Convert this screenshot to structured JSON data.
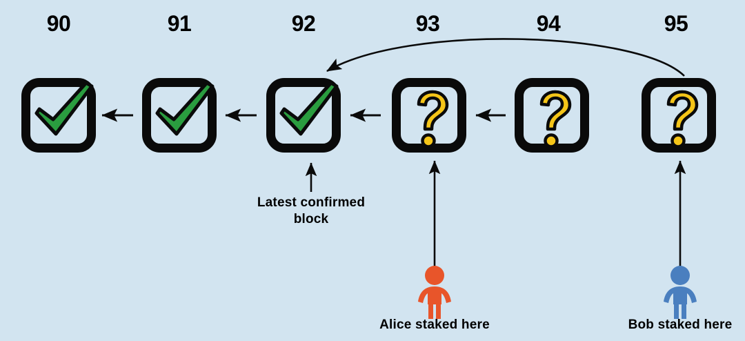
{
  "diagram": {
    "title": "Blockchain fork-choice / staking diagram",
    "background_color": "#d2e4f0",
    "confirmed_color": "#2a9d3f",
    "pending_color": "#f5c518",
    "outline_color": "#0a0a0a",
    "alice_color": "#e8552a",
    "bob_color": "#4a7fbf"
  },
  "blocks": [
    {
      "number": "90",
      "state": "confirmed",
      "icon": "check-icon"
    },
    {
      "number": "91",
      "state": "confirmed",
      "icon": "check-icon"
    },
    {
      "number": "92",
      "state": "confirmed",
      "icon": "check-icon"
    },
    {
      "number": "93",
      "state": "pending",
      "icon": "question-mark-icon"
    },
    {
      "number": "94",
      "state": "pending",
      "icon": "question-mark-icon"
    },
    {
      "number": "95",
      "state": "pending",
      "icon": "question-mark-icon"
    }
  ],
  "annotations": {
    "latest_confirmed_line1": "Latest  confirmed",
    "latest_confirmed_line2": "block",
    "alice_label": "Alice staked here",
    "bob_label": "Bob staked here"
  }
}
